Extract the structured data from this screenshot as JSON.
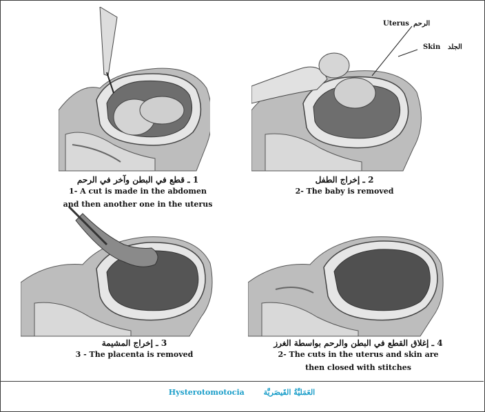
{
  "panels": [
    {
      "ar": "1 ـ قطع في البطن وآخر في الرحم",
      "en": [
        "1- A cut is made in the abdomen",
        "and then another one in the uterus"
      ]
    },
    {
      "ar": "2 ـ إخراج الطفل",
      "en": [
        "2- The baby is removed"
      ]
    },
    {
      "ar": "3 ـ إخراج المشيمة",
      "en": [
        "3 - The placenta is removed"
      ]
    },
    {
      "ar": "4 ـ إغلاق القطع في البطن والرحم بواسطة الغرز",
      "en": [
        "2- The cuts in the uterus and skin are",
        "then closed with stitches"
      ]
    }
  ],
  "labels": {
    "uterus_en": "Uterus",
    "uterus_ar": "الرحم",
    "skin_en": "Skin",
    "skin_ar": "الجلد"
  },
  "footer": {
    "en": "Hysterotomotocia",
    "ar": "العَمَليَّةُ القَيصَريَّة"
  },
  "colors": {
    "caption_accent": "#1b9ec9",
    "border": "#3a3a3a"
  }
}
